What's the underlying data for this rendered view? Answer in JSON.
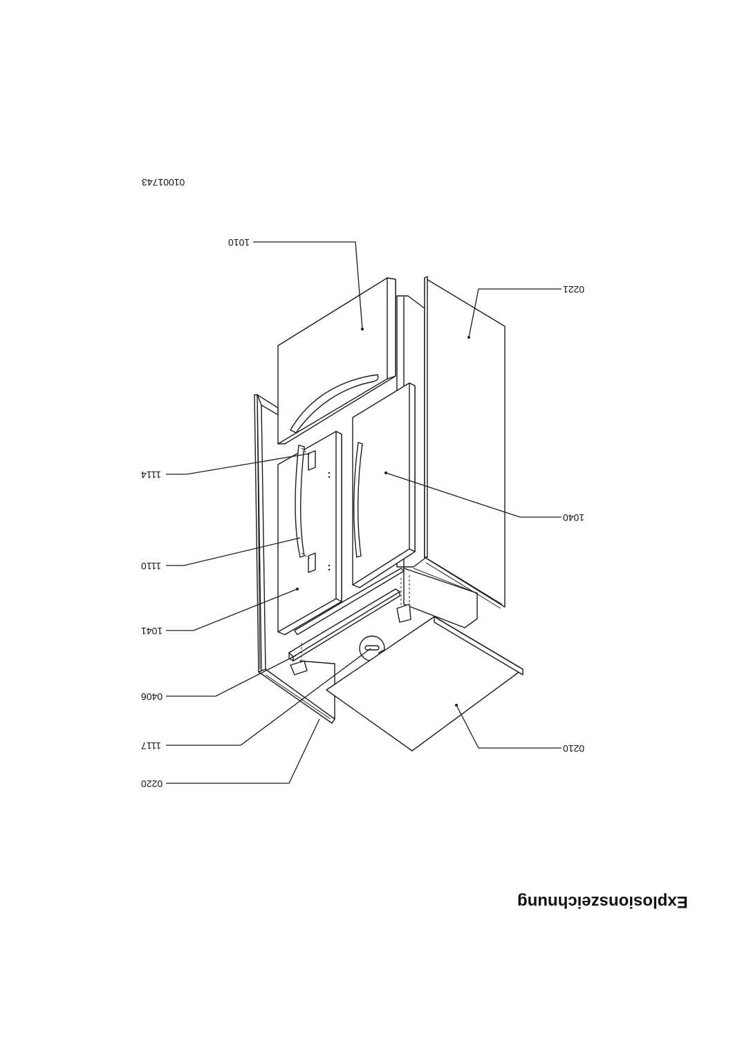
{
  "drawing": {
    "heading": "Explosionszeichnung",
    "document_number": "01001743"
  },
  "callouts": [
    {
      "id": "c-1010",
      "label": "1010"
    },
    {
      "id": "c-0221",
      "label": "0221"
    },
    {
      "id": "c-1114",
      "label": "1114"
    },
    {
      "id": "c-1040",
      "label": "1040"
    },
    {
      "id": "c-1110",
      "label": "1110"
    },
    {
      "id": "c-1041",
      "label": "1041"
    },
    {
      "id": "c-0406",
      "label": "0406"
    },
    {
      "id": "c-0210",
      "label": "0210"
    },
    {
      "id": "c-1117",
      "label": "1117"
    },
    {
      "id": "c-0220",
      "label": "0220"
    }
  ],
  "style": {
    "line_color": "#1a1a1a",
    "background": "#ffffff"
  }
}
